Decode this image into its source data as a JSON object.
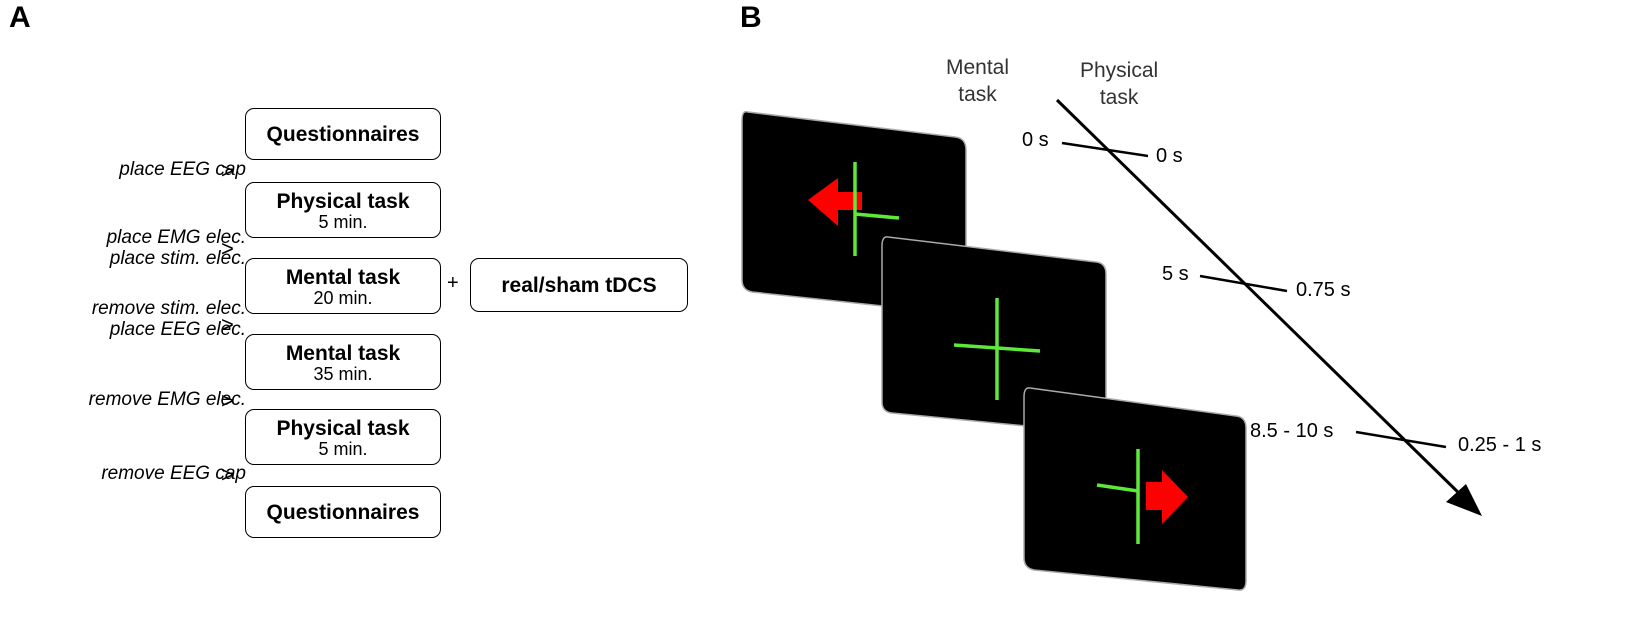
{
  "panel_a": {
    "letter": "A",
    "steps": [
      {
        "name": "Questionnaires",
        "duration": ""
      },
      {
        "name": "Physical task",
        "duration": "5 min."
      },
      {
        "name": "Mental task",
        "duration": "20 min."
      },
      {
        "name": "Mental task",
        "duration": "35 min."
      },
      {
        "name": "Physical task",
        "duration": "5 min."
      },
      {
        "name": "Questionnaires",
        "duration": ""
      }
    ],
    "plus": "+",
    "stimulation": "real/sham tDCS",
    "transitions": [
      {
        "lines": [
          "place EEG cap"
        ]
      },
      {
        "lines": [
          "place EMG elec.",
          "place stim. elec."
        ]
      },
      {
        "lines": [
          "remove stim. elec.",
          "place EEG elec."
        ]
      },
      {
        "lines": [
          "remove EMG elec."
        ]
      },
      {
        "lines": [
          "remove EEG cap"
        ]
      }
    ],
    "arrow_symbol": ">"
  },
  "panel_b": {
    "letter": "B",
    "headers": {
      "mental": [
        "Mental",
        "task"
      ],
      "physical": [
        "Physical",
        "task"
      ]
    },
    "mental_times": [
      "0 s",
      "5 s",
      "8.5 - 10 s"
    ],
    "physical_times": [
      "0 s",
      "0.75 s",
      "0.25 - 1 s"
    ],
    "screens": [
      {
        "content": "left-arrow-cue"
      },
      {
        "content": "fixation-cross"
      },
      {
        "content": "right-arrow-cue"
      }
    ],
    "colors": {
      "screen_bg": "#000000",
      "cross": "#5ee83a",
      "arrow": "#ff0000"
    }
  }
}
